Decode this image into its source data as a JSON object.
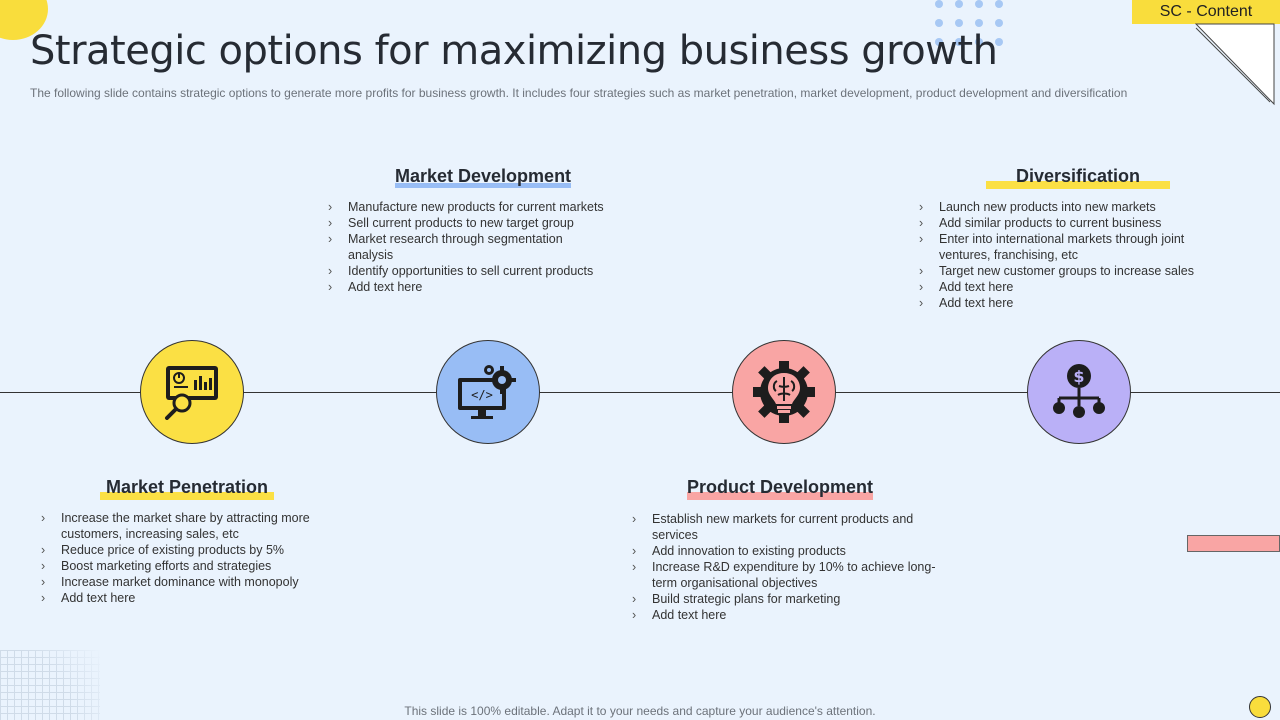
{
  "tag": "SC - Content",
  "title": "Strategic options for maximizing business growth",
  "subtitle": "The following slide contains strategic options to generate more profits for business growth. It includes four strategies such as market penetration, market development, product development and diversification",
  "footer": "This slide is 100% editable. Adapt it to your needs and capture your audience's attention.",
  "colors": {
    "yellow": "#fbe044",
    "blue": "#98bdf5",
    "pink": "#f9a5a4",
    "purple": "#bab0f7",
    "background": "#eaf3fd"
  },
  "strategies": [
    {
      "heading": "Market Penetration",
      "icon": "presentation-magnifier-icon",
      "items": [
        "Increase the market share by attracting more customers, increasing sales, etc",
        "Reduce price of existing products by 5%",
        "Boost marketing efforts and strategies",
        "Increase market dominance with monopoly",
        "Add text here"
      ]
    },
    {
      "heading": "Market Development",
      "icon": "monitor-code-gears-icon",
      "items": [
        "Manufacture new products for current markets",
        "Sell current products to new target group",
        "Market research through segmentation analysis",
        "Identify opportunities to sell current products",
        "Add text here"
      ]
    },
    {
      "heading": "Product Development",
      "icon": "brain-lightbulb-gear-icon",
      "items": [
        "Establish new markets for current products and services",
        "Add innovation to existing products",
        "Increase R&D expenditure by 10% to achieve long-term organisational objectives",
        "Build strategic plans for marketing",
        "Add text here"
      ]
    },
    {
      "heading": "Diversification",
      "icon": "dollar-network-icon",
      "items": [
        "Launch new products into new markets",
        "Add similar products to current business",
        "Enter into international markets through joint ventures, franchising, etc",
        "Target new customer groups to increase sales",
        "Add text here",
        "Add text here"
      ]
    }
  ]
}
